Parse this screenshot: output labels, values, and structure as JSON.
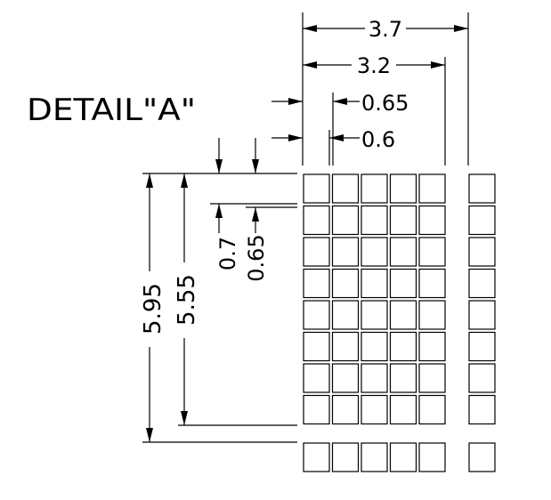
{
  "title": "DETAIL\"A\"",
  "dimensions": {
    "overall_width": "3.7",
    "pitch_width": "3.2",
    "pitch_x": "0.65",
    "dot_width": "0.6",
    "pitch_y": "0.7",
    "dot_height": "0.65",
    "overall_height": "5.95",
    "pitch_height": "5.55"
  },
  "grid": {
    "main_columns": 5,
    "separate_columns": 1,
    "main_rows": 8,
    "separate_rows": 1
  }
}
